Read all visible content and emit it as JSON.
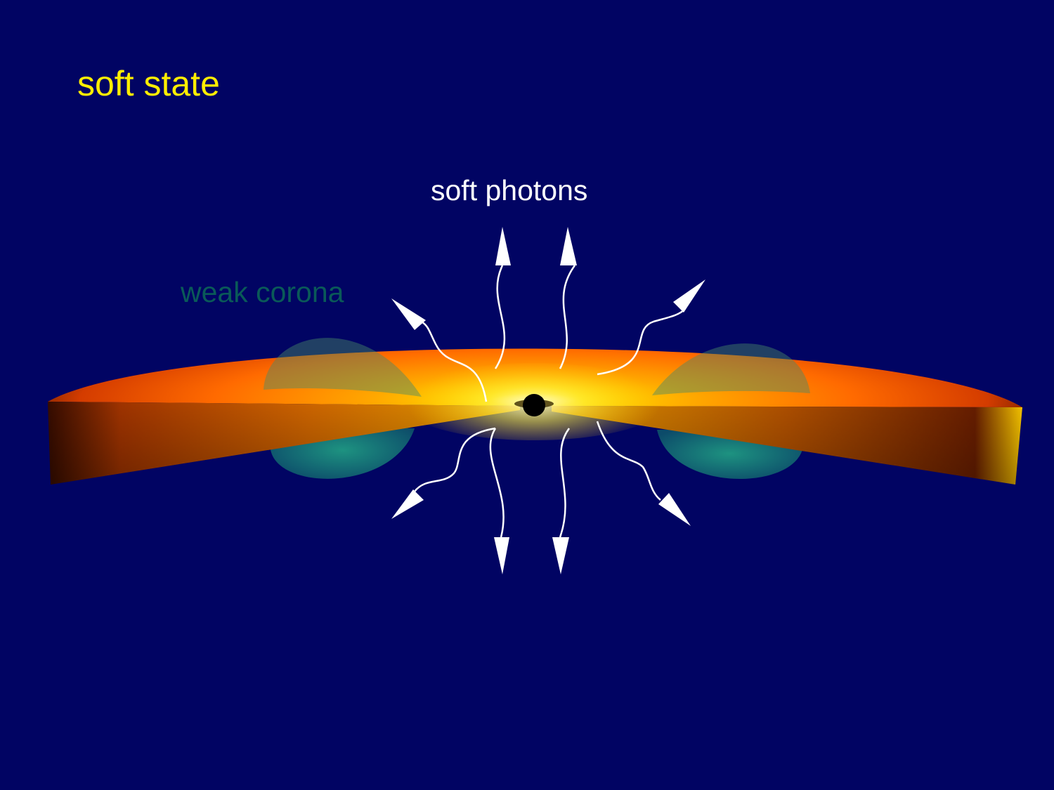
{
  "title": "soft state",
  "labels": {
    "photons": "soft photons",
    "corona": "weak corona"
  },
  "colors": {
    "background": "#010463",
    "title": "#ffee00",
    "photons_label": "#ffffff",
    "corona_label": "#0a5a58",
    "disk_hot": "#ffe000",
    "disk_mid": "#ff8a00",
    "disk_edge": "#8a1a00",
    "corona_fill": "#2e9c70",
    "photon": "#ffffff"
  },
  "icons": {
    "black_hole": "black-hole-icon",
    "photon_arrow": "photon-arrow-icon"
  }
}
